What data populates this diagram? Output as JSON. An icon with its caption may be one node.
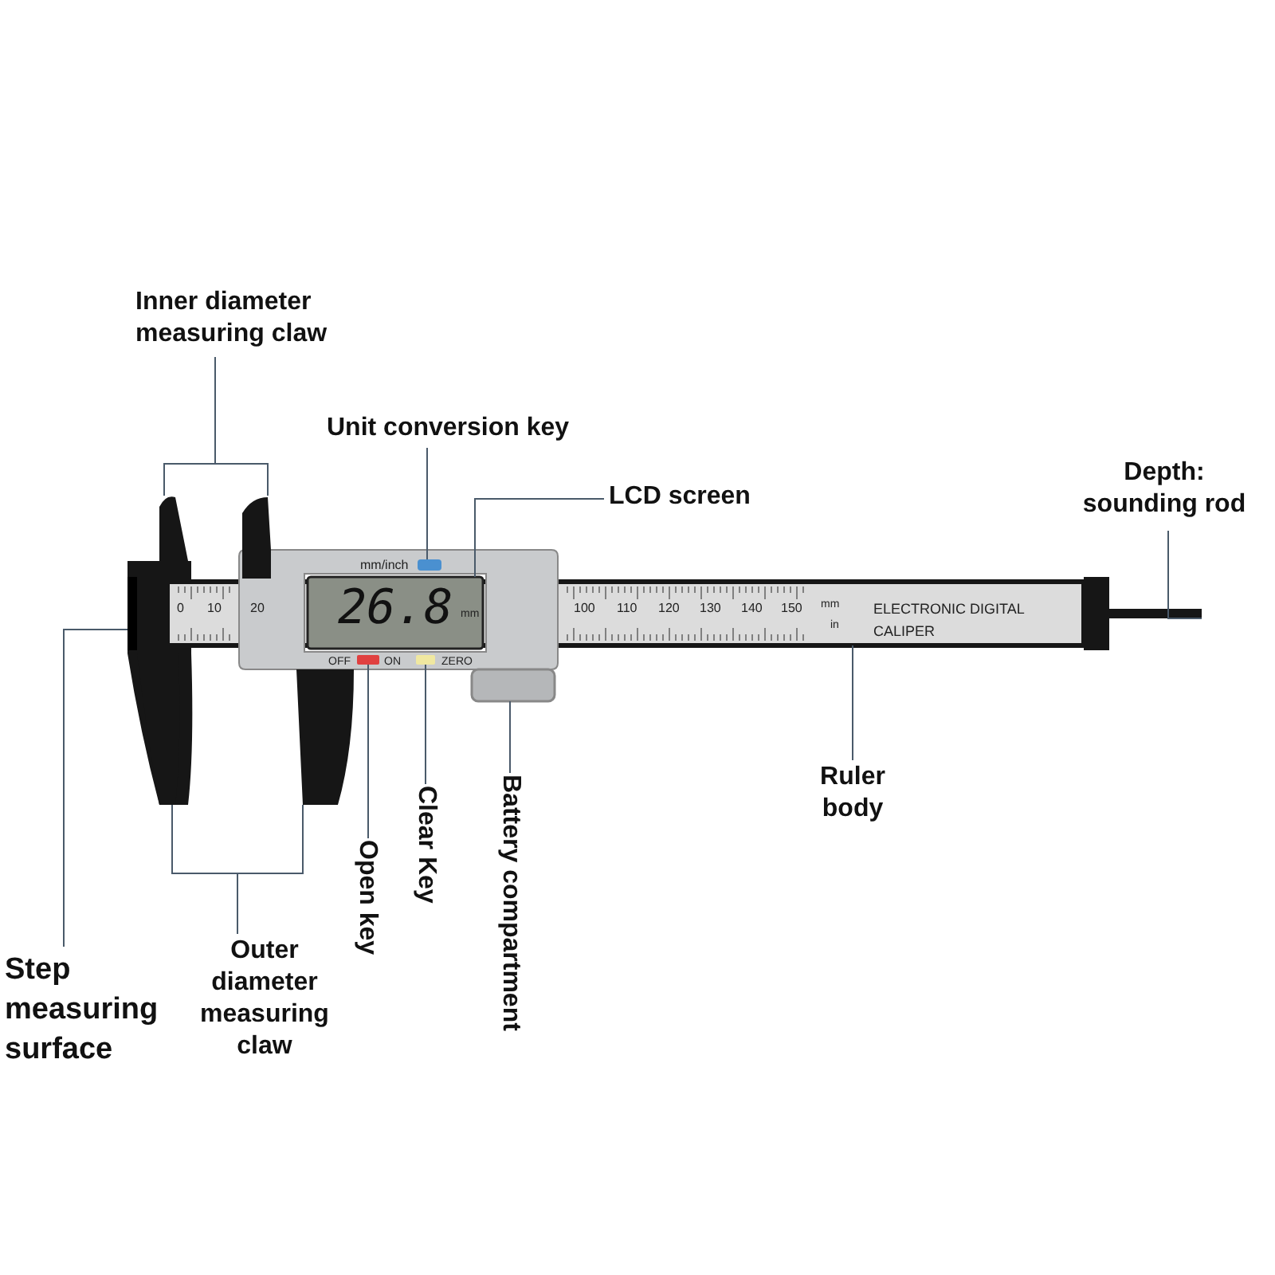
{
  "diagram": {
    "nodes": [
      {
        "text": [
          "Inner diameter measuring claw"
        ]
      },
      {
        "text": [],
        "shape": "picture"
      },
      {
        "text": [
          "Unit conversion key"
        ]
      },
      {
        "text": [],
        "shape": "box"
      },
      {
        "text": [
          "LCD screen"
        ]
      },
      {
        "text": [],
        "shape": "box"
      },
      {
        "text": [
          "Depth: sounding rod"
        ]
      },
      {
        "text": [],
        "shape": "bar"
      },
      {
        "text": [],
        "shape": "bar"
      },
      {
        "text": [
          "Ruler body"
        ]
      },
      {
        "text": [],
        "shape": "box"
      },
      {
        "text": [
          "Open key"
        ]
      },
      {
        "text": [],
        "shape": "box"
      },
      {
        "text": [
          "Clear Key"
        ]
      },
      {
        "text": [],
        "shape": "box"
      },
      {
        "text": [
          "Battery compartment"
        ]
      },
      {
        "text": [],
        "shape": "bar"
      },
      {
        "text": [
          "Step measuring surface"
        ]
      },
      {
        "text": [],
        "shape": "picture"
      },
      {
        "text": [
          "Outer diameter measuring claw"
        ]
      }
    ],
    "edges": [
      {
        "from": 0,
        "to": 1,
        "arrow": "none"
      },
      {
        "from": 2,
        "to": 3,
        "arrow": "none"
      },
      {
        "from": 4,
        "to": 5,
        "arrow": "none"
      },
      {
        "from": 6,
        "to": 16,
        "arrow": "none"
      },
      {
        "from": 9,
        "to": 8,
        "arrow": "none"
      },
      {
        "from": 11,
        "to": 10,
        "arrow": "none"
      },
      {
        "from": 13,
        "to": 12,
        "arrow": "none"
      },
      {
        "from": 15,
        "to": 14,
        "arrow": "none"
      },
      {
        "from": 17,
        "to": 7,
        "arrow": "none"
      },
      {
        "from": 19,
        "to": 18,
        "arrow": "none"
      }
    ],
    "labels": [
      "mm/inch",
      "0",
      "10",
      "20",
      "26.8",
      "mm",
      "100",
      "110",
      "120",
      "130",
      "140",
      "150",
      "mm",
      "in",
      "ELECTRONIC DIGITAL CALIPER",
      "OFF",
      "ON",
      "ZERO"
    ]
  }
}
